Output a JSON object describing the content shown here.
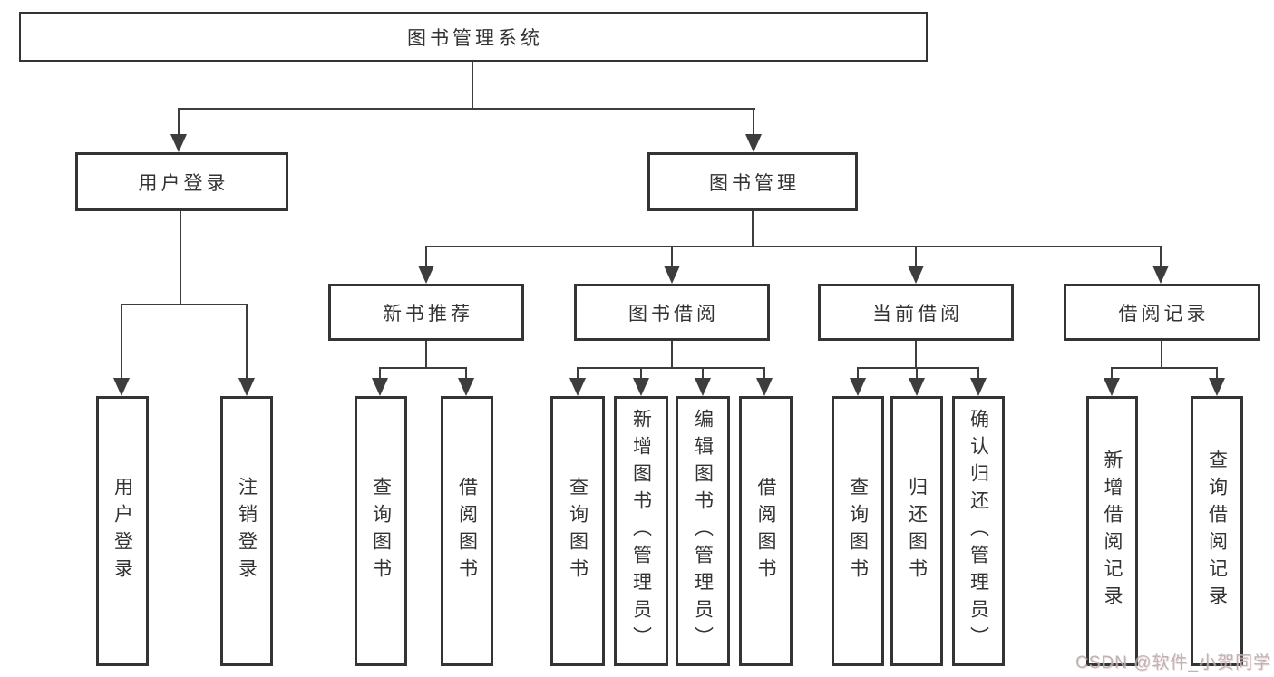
{
  "diagram_title": "图书管理系统",
  "nodes": {
    "root": "图书管理系统",
    "user_login": "用户登录",
    "book_mgmt": "图书管理",
    "new_book_rec": "新书推荐",
    "book_borrow": "图书借阅",
    "current_borrow": "当前借阅",
    "borrow_records": "借阅记录",
    "leaf_user_login": "用户登录",
    "leaf_logout": "注销登录",
    "leaf_query_book_nb": "查询图书",
    "leaf_borrow_book_nb": "借阅图书",
    "leaf_query_book_bb": "查询图书",
    "leaf_add_book": "新增图书（管理员）",
    "leaf_edit_book": "编辑图书（管理员）",
    "leaf_borrow_book_bb": "借阅图书",
    "leaf_query_book_cb": "查询图书",
    "leaf_return_book": "归还图书",
    "leaf_confirm_return": "确认归还（管理员）",
    "leaf_add_record": "新增借阅记录",
    "leaf_query_record": "查询借阅记录"
  },
  "hierarchy": {
    "图书管理系统": {
      "用户登录": [
        "用户登录",
        "注销登录"
      ],
      "图书管理": {
        "新书推荐": [
          "查询图书",
          "借阅图书"
        ],
        "图书借阅": [
          "查询图书",
          "新增图书（管理员）",
          "编辑图书（管理员）",
          "借阅图书"
        ],
        "当前借阅": [
          "查询图书",
          "归还图书",
          "确认归还（管理员）"
        ],
        "借阅记录": [
          "新增借阅记录",
          "查询借阅记录"
        ]
      }
    }
  },
  "watermark": {
    "text": "CSDN @软件_小贺同学"
  },
  "colors": {
    "line": "#3d3d3d",
    "box_border": "#343434",
    "text": "#333333",
    "background": "#ffffff",
    "watermark": "#b0b0b0"
  }
}
